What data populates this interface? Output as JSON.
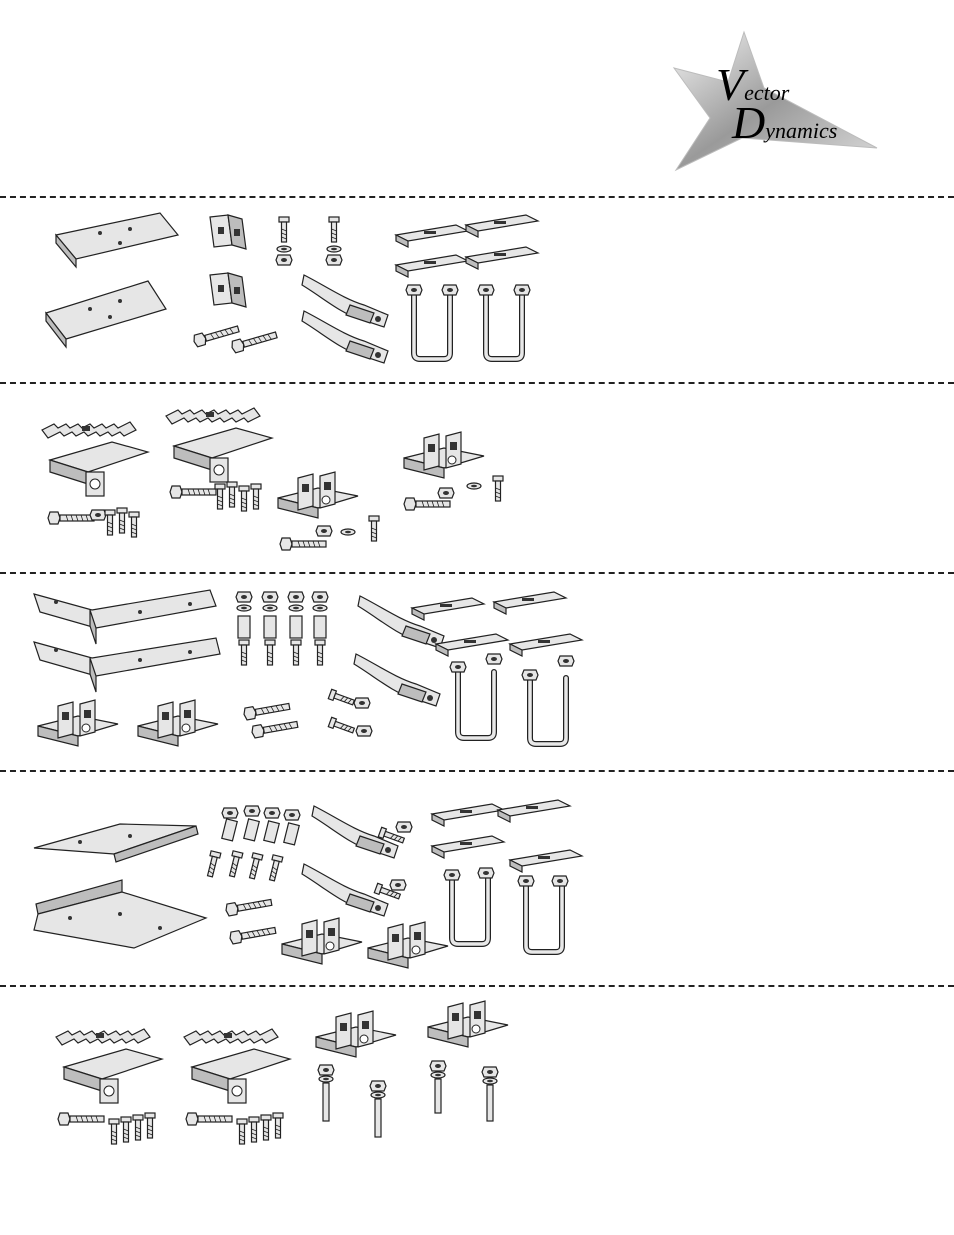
{
  "brand": {
    "line1_cap": "V",
    "line1_rest": "ector",
    "line2_cap": "D",
    "line2_rest": "ynamics",
    "logo_color": "#9a9a9a"
  },
  "sections": [
    {
      "id": "kit-1",
      "parts": [
        "long-plates",
        "angle-brackets",
        "carriage-bolts",
        "hex-bolts",
        "straps",
        "saddle-plates",
        "u-bolts"
      ]
    },
    {
      "id": "kit-2",
      "parts": [
        "serrated-clamps",
        "hardware",
        "clevis-brackets"
      ]
    },
    {
      "id": "kit-3",
      "parts": [
        "angle-plates",
        "clevis-brackets",
        "bolts-with-sleeves",
        "hex-bolts",
        "straps",
        "saddle-plates",
        "u-bolts"
      ]
    },
    {
      "id": "kit-4",
      "parts": [
        "flat-plates",
        "bolts-with-sleeves",
        "hex-bolts",
        "straps",
        "clevis-brackets",
        "saddle-plates",
        "u-bolts"
      ]
    },
    {
      "id": "kit-5",
      "parts": [
        "serrated-clamps",
        "hardware",
        "clevis-brackets",
        "long-bolts"
      ]
    }
  ]
}
